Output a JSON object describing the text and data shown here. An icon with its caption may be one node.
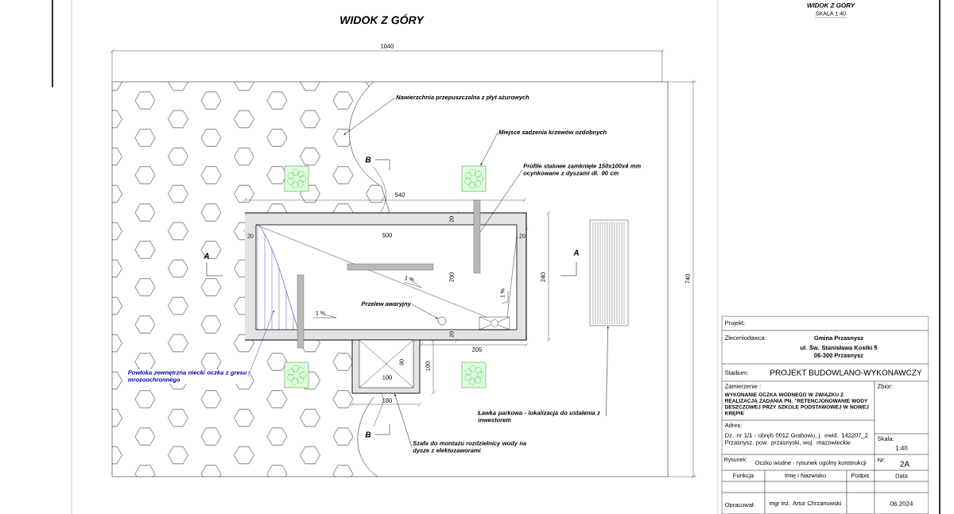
{
  "diagram": {
    "title": "WIDOK Z GÓRY",
    "nodes": [
      {
        "text": [
          "Nawierzchnia przepuszczalna z płyt ażurowych"
        ]
      },
      {
        "text": [
          "Miejsce sadzenia krzewów ozdobnych"
        ]
      },
      {
        "text": [],
        "shape": "picture"
      },
      {
        "text": [
          "Profile stalowe zamknięte 150x100x4 mm ocynkowane z dyszami dł. 90 cm"
        ]
      },
      {
        "text": [],
        "shape": "bar"
      },
      {
        "text": [
          "Przelew awaryjny"
        ]
      },
      {
        "text": [],
        "shape": "circle"
      },
      {
        "text": [
          "Powłoka zewnętrzna niecki oczka z gresu mrozoochronnego"
        ]
      },
      {
        "text": [
          "Ławka parkowa - lokalizacja do ustalenia z inwestorem"
        ]
      },
      {
        "text": [],
        "shape": "picture"
      },
      {
        "text": [
          "Szafa do montażu rozdzielnicy wody na dysze z elektozaworami"
        ]
      },
      {
        "text": [],
        "shape": "box"
      }
    ],
    "edges": [
      {
        "from": 0,
        "to": null,
        "arrow": "to"
      },
      {
        "from": 1,
        "to": 2,
        "arrow": "to"
      },
      {
        "from": 3,
        "to": 4,
        "arrow": "none"
      },
      {
        "from": 5,
        "to": 6,
        "arrow": "to"
      },
      {
        "from": 7,
        "to": null,
        "arrow": "to",
        "color": "#2b2bc8"
      },
      {
        "from": 8,
        "to": 9,
        "arrow": "to"
      },
      {
        "from": 10,
        "to": 11,
        "arrow": "to"
      }
    ],
    "labels": [
      "WIDOK Z GÓRY",
      "SKALA 1:40",
      "1040",
      "B",
      "540",
      "20",
      "20",
      "500",
      "20",
      "A",
      "200",
      "240",
      "A",
      "1 %",
      "1 %",
      "1 %",
      "20",
      "205",
      "80",
      "100",
      "100",
      "180",
      "740",
      "B",
      "Projekt:",
      "Zleceniodawca:",
      "Gmina Przasnysz",
      "ul. Św. Stanisława Kostki 5",
      "06-300 Przasnysz",
      "Stadium:",
      "PROJEKT BUDOWLANO-WYKONAWCZY",
      "Zamierzenie :",
      "WYKONANIE OCZKA WODNEGO W ZWIĄZKU Z REALIZACJĄ ZADANIA PN. \"RETENCJONOWANIE WODY DESZCZOWEJ PRZY SZKOLE PODSTAWOWEJ W NOWEJ KRĘPIE",
      "Zbiór:",
      "Adres:",
      "Dz. nr 1/1 - obręb 0012 Grabowo, j. ewid. 142207_2 Przasnysz, pow. przasnyski, woj. mazowieckie",
      "Skala:",
      "1:40",
      "Rysunek:",
      "Oczko wodne - rysunek ogólny konstrukcji",
      "Nr:",
      "2A",
      "Funkcja",
      "Imię i Nazwisko",
      "Podpis",
      "Data",
      "Opracował:",
      "mgr inż. Artur Chrzanowski",
      "06.2024"
    ]
  }
}
